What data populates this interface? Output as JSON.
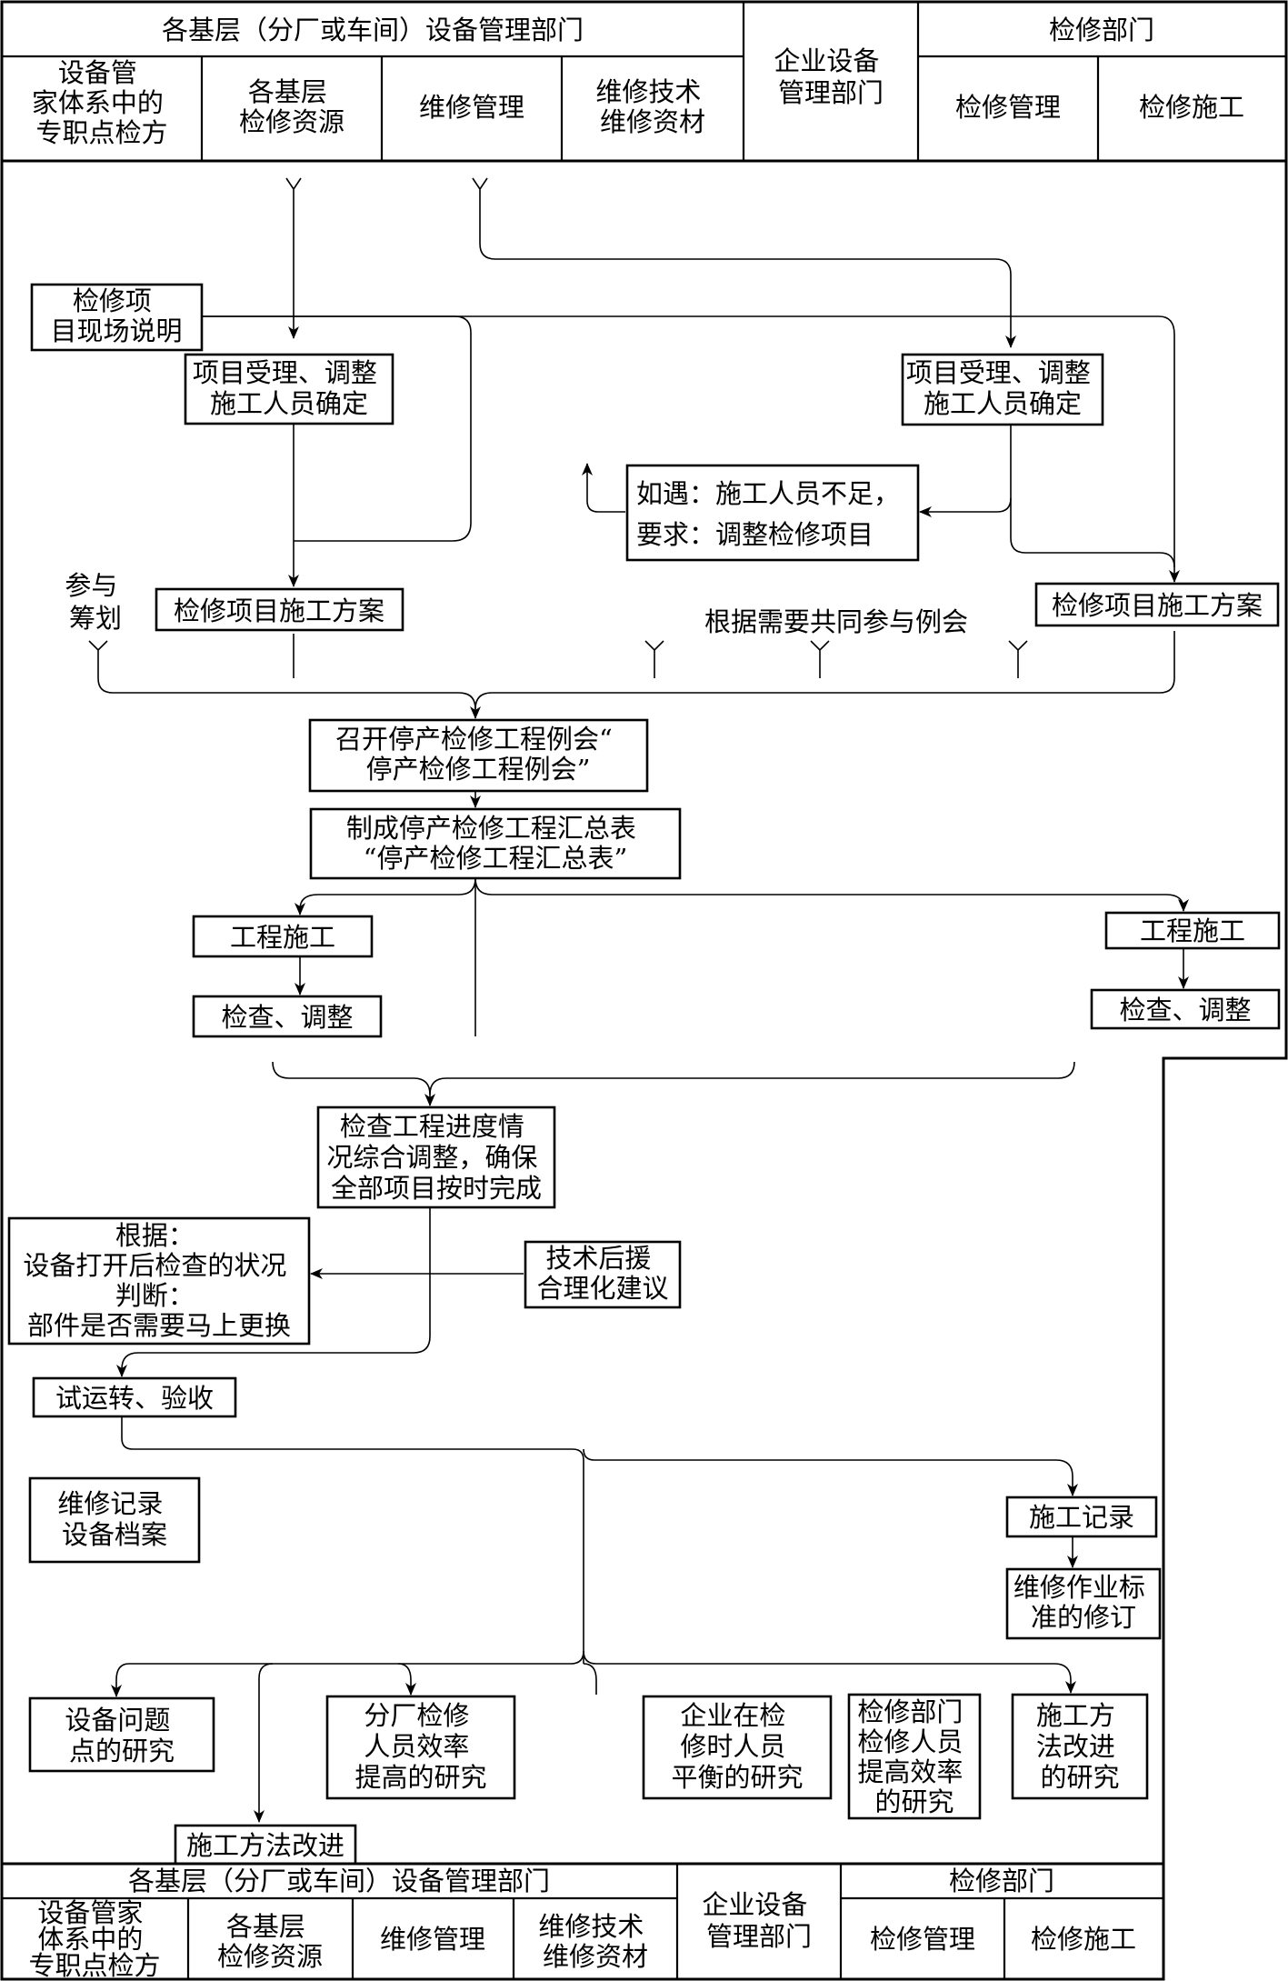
{
  "header_top": {
    "group_left": "各基层（分厂或车间）设备管理部门",
    "col_expert": [
      "设备管",
      "家体系中的",
      "专职点检方"
    ],
    "col_resource": [
      "各基层",
      "检修资源"
    ],
    "col_manage": "维修管理",
    "col_tech": [
      "维修技术",
      "维修资材"
    ],
    "col_enterprise": [
      "企业设备",
      "管理部门"
    ],
    "group_right": "检修部门",
    "col_repair_manage": "检修管理",
    "col_repair_work": "检修施工"
  },
  "header_bottom": {
    "group_left": "各基层（分厂或车间）设备管理部门",
    "col_expert": [
      "设备管家",
      "体系中的",
      "专职点检方"
    ],
    "col_resource": [
      "各基层",
      "检修资源"
    ],
    "col_manage": "维修管理",
    "col_tech": [
      "维修技术",
      "维修资材"
    ],
    "col_enterprise": [
      "企业设备",
      "管理部门"
    ],
    "group_right": "检修部门",
    "col_repair_manage": "检修管理",
    "col_repair_work": "检修施工"
  },
  "flow": {
    "site_explain": [
      "检修项",
      "目现场说明"
    ],
    "accept_left": [
      "项目受理、调整",
      "施工人员确定"
    ],
    "accept_right": [
      "项目受理、调整",
      "施工人员确定"
    ],
    "shortage": [
      "如遇：施工人员不足，",
      "要求：调整检修项目"
    ],
    "participate": [
      "参与",
      "筹划"
    ],
    "plan_left": "检修项目施工方案",
    "plan_right": "检修项目施工方案",
    "joint_meeting": "根据需要共同参与例会",
    "meeting": [
      "召开停产检修工程例会“",
      "停产检修工程例会”"
    ],
    "summary": [
      "制成停产检修工程汇总表",
      "“停产检修工程汇总表”"
    ],
    "construct_left": "工程施工",
    "check_left": "检查、调整",
    "construct_right": "工程施工",
    "check_right": "检查、调整",
    "progress": [
      "检查工程进度情",
      "况综合调整，确保",
      "全部项目按时完成"
    ],
    "judge": [
      "根据：",
      "设备打开后检查的状况",
      "判断：",
      "部件是否需要马上更换"
    ],
    "tech_support": [
      "技术后援",
      "合理化建议"
    ],
    "trial": "试运转、验收",
    "records": [
      "维修记录",
      "设备档案"
    ],
    "work_record": "施工记录",
    "standard": [
      "维修作业标",
      "准的修订"
    ],
    "research_problem": [
      "设备问题",
      "点的研究"
    ],
    "research_efficiency": [
      "分厂检修",
      "人员效率",
      "提高的研究"
    ],
    "research_balance": [
      "企业在检",
      "修时人员",
      "平衡的研究"
    ],
    "research_dept": [
      "检修部门",
      "检修人员",
      "提高效率",
      "的研究"
    ],
    "research_method": [
      "施工方",
      "法改进",
      "的研究"
    ],
    "method_improve": "施工方法改进"
  }
}
